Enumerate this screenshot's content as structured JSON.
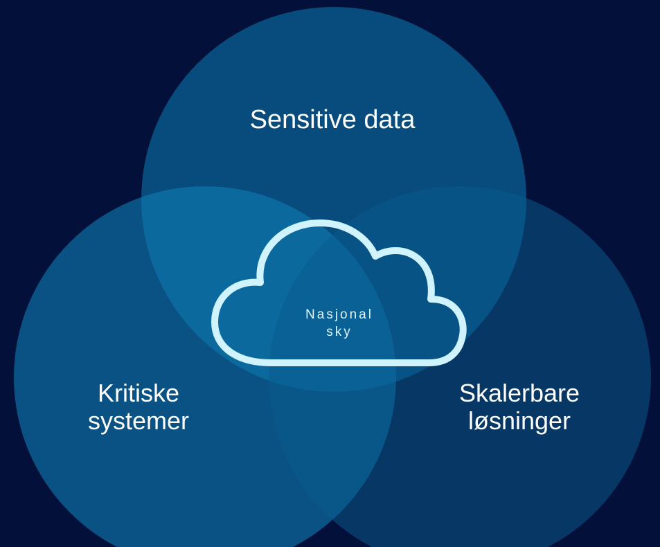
{
  "colors": {
    "background": "#03113a",
    "circle_top": "#0a5e92",
    "circle_left": "#0e7ab0",
    "circle_right": "#0a5a8e",
    "cloud_stroke": "#cff3ff",
    "label_text": "#ffffff"
  },
  "diagram": {
    "circles": [
      {
        "id": "top",
        "label_lines": [
          "Sensitive data"
        ]
      },
      {
        "id": "left",
        "label_lines": [
          "Kritiske",
          "systemer"
        ]
      },
      {
        "id": "right",
        "label_lines": [
          "Skalerbare",
          "løsninger"
        ]
      }
    ],
    "center": {
      "icon": "cloud-icon",
      "label_lines": [
        "Nasjonal",
        "sky"
      ]
    }
  }
}
